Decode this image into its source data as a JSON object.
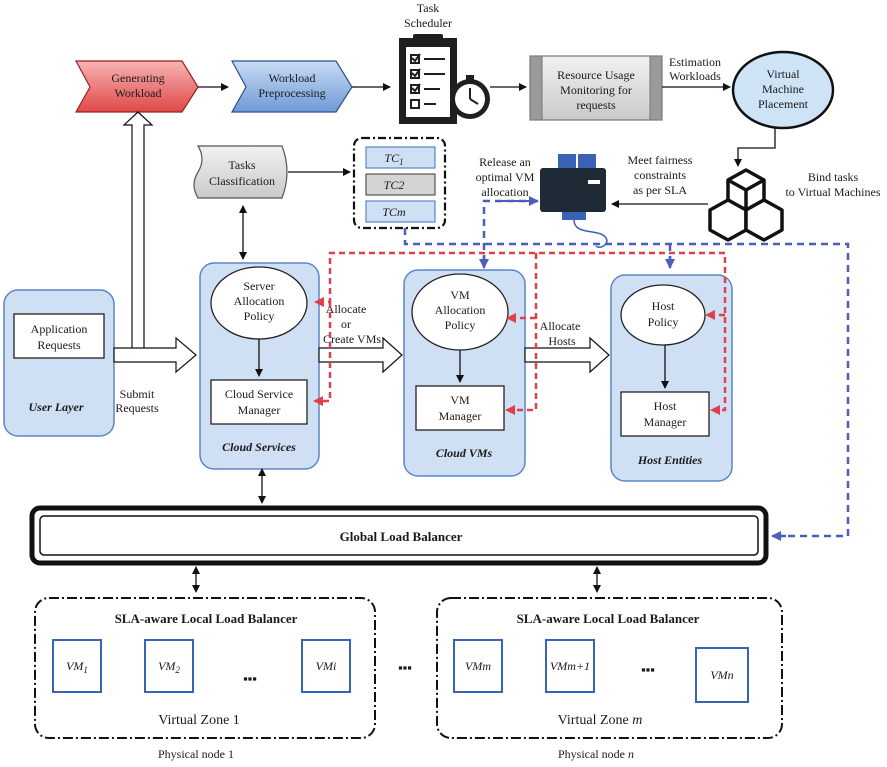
{
  "texts": {
    "generating_workload": [
      "Generating",
      "Workload"
    ],
    "workload_preprocessing": [
      "Workload",
      "Preprocessing"
    ],
    "task_scheduler": [
      "Task",
      "Scheduler"
    ],
    "resource_usage": [
      "Resource Usage",
      "Monitoring for",
      "requests"
    ],
    "estimation_workloads": [
      "Estimation",
      "Workloads"
    ],
    "vm_placement": [
      "Virtual",
      "Machine",
      "Placement"
    ],
    "tasks_classification": [
      "Tasks",
      "Classification"
    ],
    "release_vm": [
      "Release an",
      "optimal VM",
      "allocation"
    ],
    "meet_fairness": [
      "Meet fairness",
      "constraints",
      "as per SLA"
    ],
    "bind_tasks": [
      "Bind tasks",
      "to Virtual Machines"
    ],
    "application_requests": [
      "Application",
      "Requests"
    ],
    "user_layer": "User Layer",
    "submit_requests": [
      "Submit",
      "Requests"
    ],
    "server_allocation_policy": [
      "Server",
      "Allocation",
      "Policy"
    ],
    "cloud_service_manager": [
      "Cloud Service",
      "Manager"
    ],
    "cloud_services": "Cloud Services",
    "allocate_create_vms": [
      "Allocate",
      "or",
      "Create VMs"
    ],
    "vm_allocation_policy": [
      "VM",
      "Allocation",
      "Policy"
    ],
    "vm_manager": [
      "VM",
      "Manager"
    ],
    "cloud_vms": "Cloud VMs",
    "allocate_hosts": [
      "Allocate",
      "Hosts"
    ],
    "host_policy": [
      "Host",
      "Policy"
    ],
    "host_manager": [
      "Host",
      "Manager"
    ],
    "host_entities": "Host Entities",
    "global_load_balancer": "Global Load Balancer",
    "sla_llb_1": "SLA-aware Local Load Balancer",
    "sla_llb_2": "SLA-aware Local Load Balancer",
    "virtual_zone_1": "Virtual Zone 1",
    "virtual_zone_m_prefix": "Virtual Zone ",
    "virtual_zone_m_var": "m",
    "physical_node_1": "Physical node 1",
    "physical_node_n_prefix": "Physical node ",
    "physical_node_n_var": "n",
    "ellipsis": "▪▪▪"
  },
  "task_classes": [
    {
      "base": "TC",
      "sub": "1"
    },
    {
      "base": "TC2",
      "sub": ""
    },
    {
      "base": "TCm",
      "sub": ""
    }
  ],
  "zone1_vms": [
    {
      "base": "VM",
      "sub": "1"
    },
    {
      "base": "VM",
      "sub": "2"
    },
    {
      "base": "VMi",
      "sub": ""
    }
  ],
  "zone2_vms": [
    {
      "base": "VMm",
      "sub": ""
    },
    {
      "base": "VMm+1",
      "sub": ""
    },
    {
      "base": "VMn",
      "sub": ""
    }
  ],
  "colors": {
    "red_arrow": "#e0404a",
    "blue_arrow": "#4b5fb8",
    "light_blue": "#cfe0f5",
    "red_box": "#e84b4b"
  }
}
